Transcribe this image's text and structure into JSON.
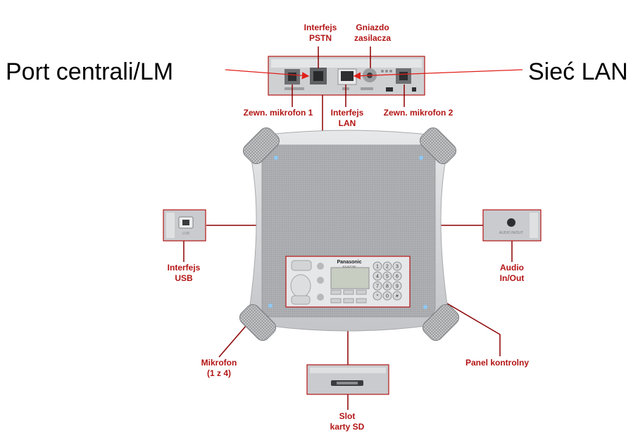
{
  "labels": {
    "pstn": "Interfejs\nPSTN",
    "power": "Gniazdo\nzasilacza",
    "pbx_port": "Port centrali/LM",
    "lan_network": "Sieć LAN",
    "ext_mic1": "Zewn. mikrofon 1",
    "lan_interface": "Interfejs\nLAN",
    "ext_mic2": "Zewn. mikrofon 2",
    "usb": "Interfejs\nUSB",
    "audio": "Audio\nIn/Out",
    "mic": "Mikrofon\n(1 z 4)",
    "control_panel": "Panel kontrolny",
    "sd_slot": "Slot\nkarty SD"
  },
  "device": {
    "brand": "Panasonic",
    "model": "KX-NT700",
    "usb_port_label": "USB",
    "audio_port_label": "AUDIO IN/OUT"
  },
  "keypad": [
    "1",
    "2",
    "3",
    "4",
    "5",
    "6",
    "7",
    "8",
    "9",
    "*",
    "0",
    "#"
  ],
  "colors": {
    "accent": "#b31414",
    "arrow": "#e0201a",
    "leader": "#8b0000",
    "device_body": "#c9cbcf",
    "grille": "#a9abae"
  }
}
